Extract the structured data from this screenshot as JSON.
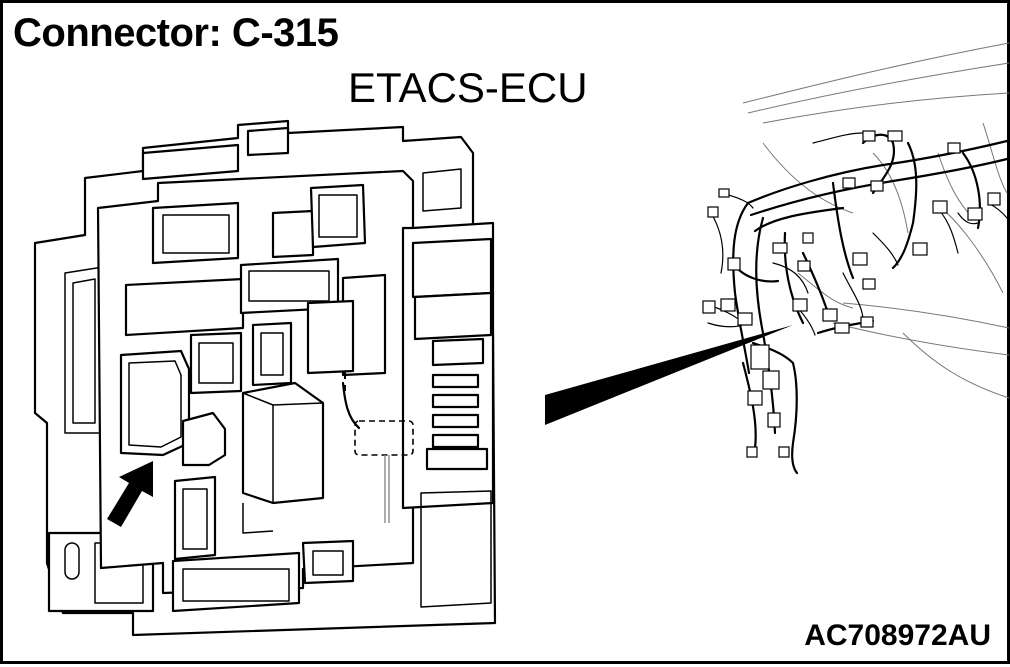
{
  "header": {
    "title": "Connector: C-315"
  },
  "component": {
    "name": "ETACS-ECU"
  },
  "footer": {
    "figure_id": "AC708972AU"
  }
}
